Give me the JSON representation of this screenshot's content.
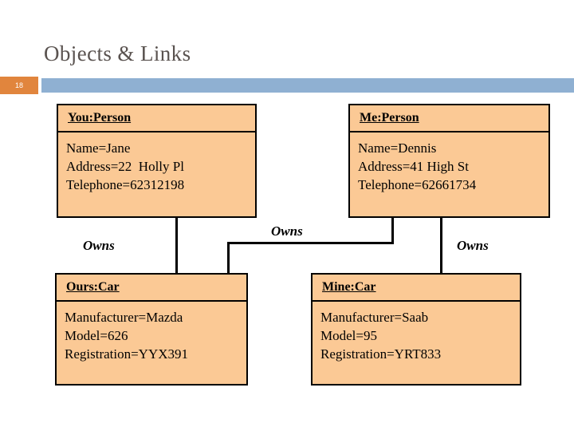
{
  "slide": {
    "title": "Objects & Links",
    "page_number": "18",
    "badge_color": "#e1853d",
    "bar_color": "#8fb0d2",
    "box_fill_color": "#fbc995",
    "box_border_color": "#000000",
    "title_color": "#5a5350"
  },
  "objects": [
    {
      "id": "you-person",
      "header": "You:Person",
      "attributes": [
        "Name=Jane",
        "Address=22  Holly Pl",
        "Telephone=62312198"
      ]
    },
    {
      "id": "me-person",
      "header": "Me:Person",
      "attributes": [
        "Name=Dennis",
        "Address=41 High St",
        "Telephone=62661734"
      ]
    },
    {
      "id": "ours-car",
      "header": "Ours:Car",
      "attributes": [
        "Manufacturer=Mazda",
        "Model=626",
        "Registration=YYX391"
      ]
    },
    {
      "id": "mine-car",
      "header": "Mine:Car",
      "attributes": [
        "Manufacturer=Saab",
        "Model=95",
        "Registration=YRT833"
      ]
    }
  ],
  "links": [
    {
      "id": "link-you-ours",
      "label": "Owns",
      "from": "you-person",
      "to": "ours-car"
    },
    {
      "id": "link-me-ours",
      "label": "Owns",
      "from": "me-person",
      "to": "ours-car"
    },
    {
      "id": "link-me-mine",
      "label": "Owns",
      "from": "me-person",
      "to": "mine-car"
    }
  ]
}
